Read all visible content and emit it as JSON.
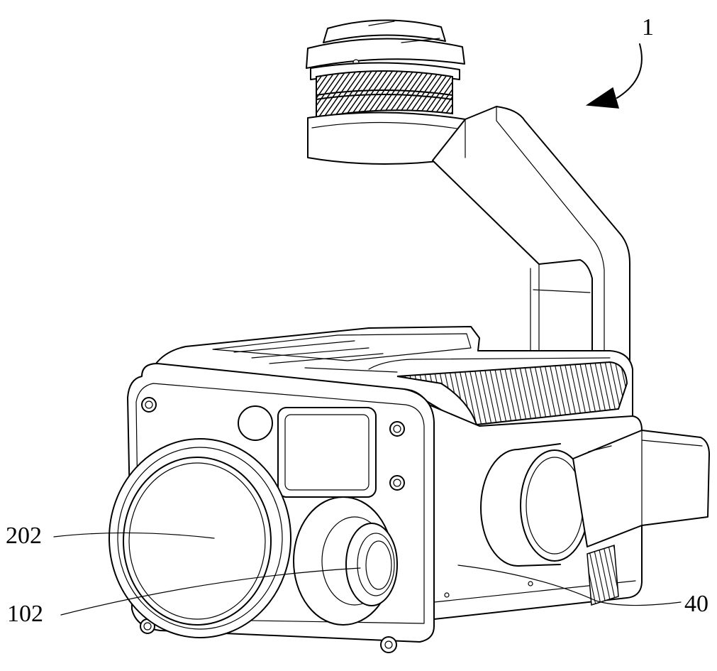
{
  "figure": {
    "reference_labels": {
      "gimbal_assembly": "1",
      "large_lens": "202",
      "small_lens": "102",
      "housing_side": "40"
    }
  },
  "colors": {
    "line": "#000000",
    "background": "#ffffff"
  }
}
